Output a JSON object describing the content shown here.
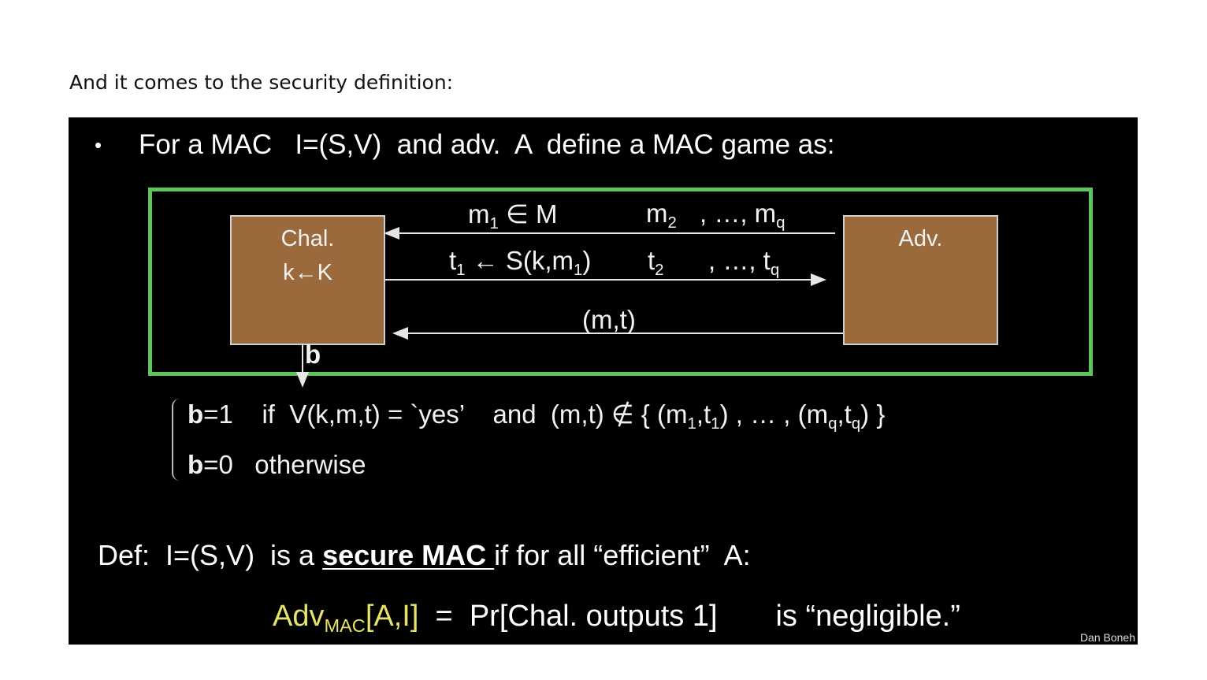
{
  "intro_text": "And it comes to the security definition:",
  "slide": {
    "bullet": "•",
    "heading": "For a MAC   I=(S,V)  and adv.  A  define a MAC game as:",
    "chal_box": {
      "line1": "Chal.",
      "line2": "k←K"
    },
    "adv_box": {
      "label": "Adv."
    },
    "messages": {
      "m1": "m",
      "m1_sub": "1",
      "m1_rest": " ∈ M",
      "m2": "m",
      "m2_sub": "2",
      "mq_prefix": ", …, m",
      "mq_sub": "q",
      "t1": "t",
      "t1_sub": "1",
      "t1_rest": " ← S(k,m",
      "t1_sub2": "1",
      "t1_close": ")",
      "t2": "t",
      "t2_sub": "2",
      "tq_prefix": ", …, t",
      "tq_sub": "q",
      "final": "(m,t)"
    },
    "b_label": "b",
    "conditions": {
      "line1_b": "b",
      "line1_a": "=1    if  V(k,m,t) = `yes’    and  (m,t) ∉ { (m",
      "line1_s1": "1",
      "line1_c": ",t",
      "line1_s2": "1",
      "line1_d": ") , … , (m",
      "line1_s3": "q",
      "line1_e": ",t",
      "line1_s4": "q",
      "line1_f": ") }",
      "line2_b": "b",
      "line2_rest": "=0   otherwise"
    },
    "definition": {
      "prefix": "Def:  I=(S,V)  is a ",
      "emph": "secure MAC ",
      "suffix": "if for all “efficient”  A:"
    },
    "advantage": {
      "adv": "Adv",
      "adv_sub": "MAC",
      "bracket": "[A,I]",
      "rest": "  =  Pr[Chal. outputs 1]       is “negligible.”"
    },
    "credit": "Dan Boneh"
  },
  "colors": {
    "frame": "#5ec75c",
    "box": "#9b6a3c",
    "highlight": "#e8e26b"
  }
}
